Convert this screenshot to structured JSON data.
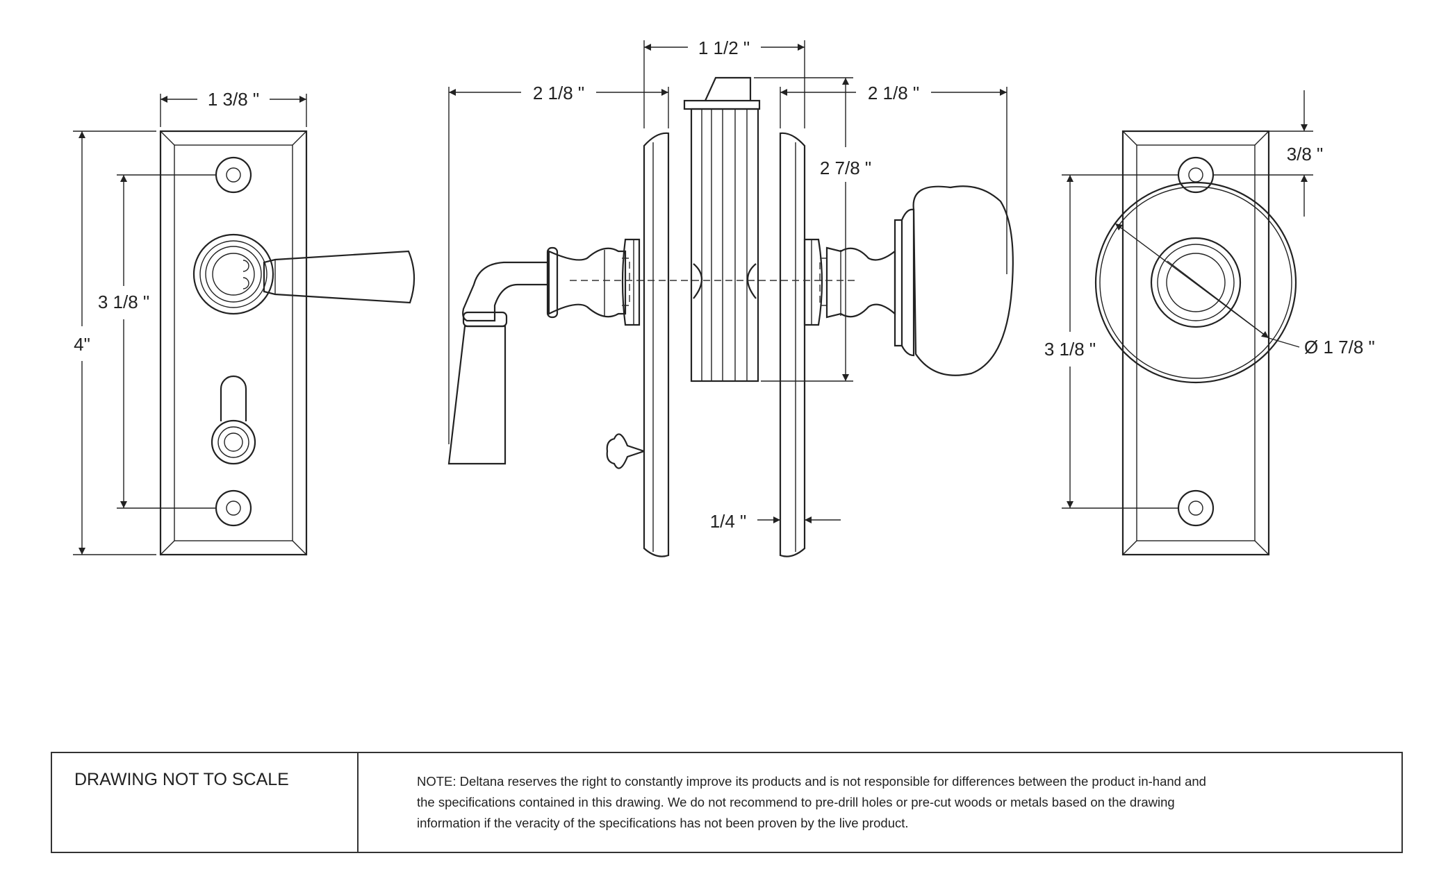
{
  "dimensions": {
    "plate_width": "1 3/8 \"",
    "plate_height": "4\"",
    "left_hole_spacing": "3 1/8 \"",
    "overall_width": "1 1/2 \"",
    "lever_projection": "2 1/8 \"",
    "knob_projection": "2 1/8 \"",
    "spindle_height": "2 7/8 \"",
    "plate_thickness": "1/4 \"",
    "top_offset": "3/8 \"",
    "right_hole_spacing": "3 1/8 \"",
    "rosette_diameter": "Ø 1 7/8 \""
  },
  "notes": {
    "scale_label": "DRAWING NOT TO SCALE",
    "line1": "NOTE: Deltana reserves the right to constantly improve its products and is not responsible for differences between the product in-hand and",
    "line2": "the specifications contained in this drawing.  We do not recommend to pre-drill holes or pre-cut woods or metals based on the drawing",
    "line3": "information if the veracity of the specifications has not been proven by the live product."
  }
}
